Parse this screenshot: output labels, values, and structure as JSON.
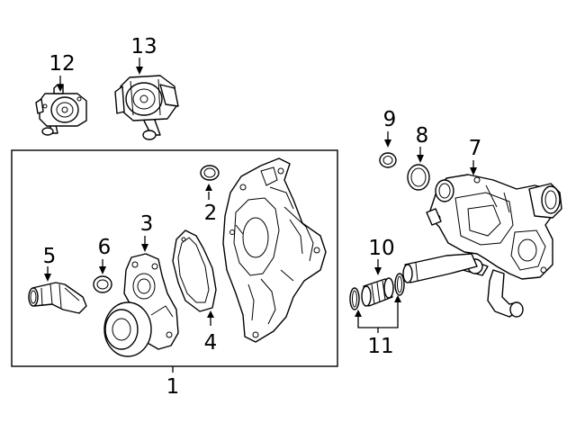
{
  "callouts": {
    "c1": "1",
    "c2": "2",
    "c3": "3",
    "c4": "4",
    "c5": "5",
    "c6": "6",
    "c7": "7",
    "c8": "8",
    "c9": "9",
    "c10": "10",
    "c11": "11",
    "c12": "12",
    "c13": "13"
  },
  "parts": [
    {
      "callout": "12",
      "icon": "auxiliary-water-pump-small-icon"
    },
    {
      "callout": "13",
      "icon": "auxiliary-water-pump-large-icon"
    },
    {
      "callout": "1",
      "icon": "water-pump-assembly-frame"
    },
    {
      "callout": "2",
      "icon": "o-ring-icon"
    },
    {
      "callout": "3",
      "icon": "water-pump-icon"
    },
    {
      "callout": "4",
      "icon": "pump-gasket-icon"
    },
    {
      "callout": "5",
      "icon": "coolant-pipe-connector-icon"
    },
    {
      "callout": "6",
      "icon": "o-ring-icon"
    },
    {
      "callout": "7",
      "icon": "thermostat-housing-icon"
    },
    {
      "callout": "8",
      "icon": "o-ring-icon"
    },
    {
      "callout": "9",
      "icon": "o-ring-icon"
    },
    {
      "callout": "10",
      "icon": "connector-tube-icon"
    },
    {
      "callout": "11",
      "icon": "seal-rings-icon"
    }
  ],
  "colors": {
    "line": "#000000",
    "background": "#ffffff"
  }
}
